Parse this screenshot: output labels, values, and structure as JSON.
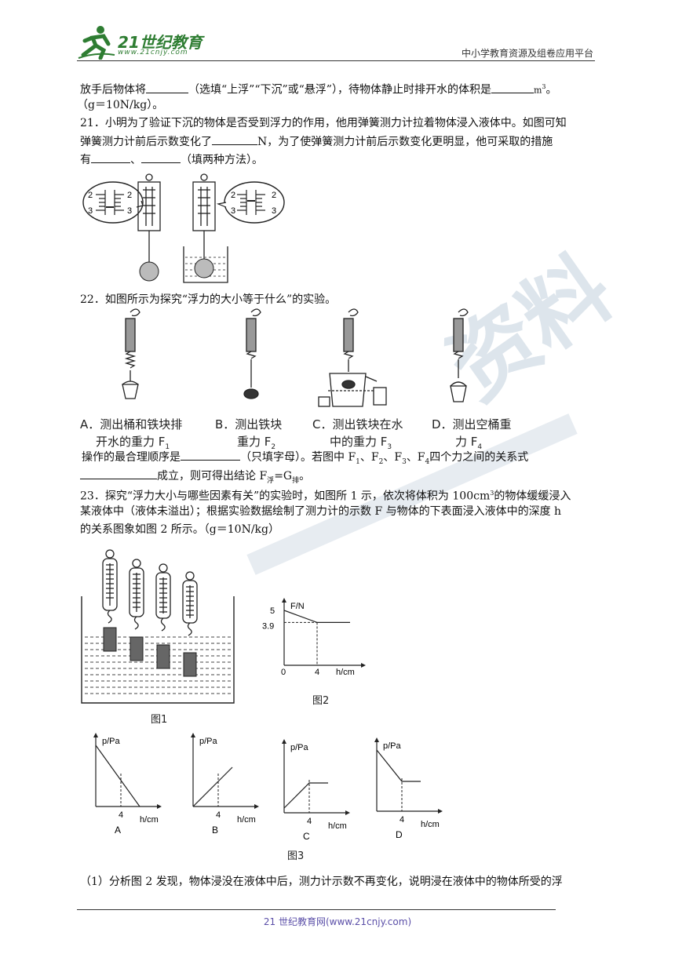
{
  "header": {
    "logo_text": "21世纪教育",
    "logo_sub": "www.21cnjy.com",
    "platform": "中小学教育资源及组卷应用平台"
  },
  "watermark": {
    "text": "资料"
  },
  "q20": {
    "line1_a": "放手后物体将",
    "line1_b": "（选填“上浮”“下沉”或“悬浮”），待物体静止时排开水的体积是",
    "line1_unit": "m",
    "line1_unit_sup": "3",
    "line1_end": "。",
    "line2": "（g＝10N/kg）。"
  },
  "q21": {
    "line1": "21．小明为了验证下沉的物体是否受到浮力的作用，他用弹簧测力计拉着物体浸入液体中。如图可知",
    "line2_a": "弹簧测力计前后示数变化了",
    "line2_b": "N，为了使弹簧测力计前后示数变化更明显，他可采取的措施",
    "line3_a": "有",
    "line3_b": "、",
    "line3_c": "（填两种方法）。",
    "scale_labels": [
      "2",
      "3"
    ]
  },
  "q22": {
    "line1": "22．如图所示为探究“浮力的大小等于什么”的实验。",
    "captions": [
      {
        "l1": "A．测出桶和铁块排",
        "l2": "开水的重力 F",
        "sub": "1"
      },
      {
        "l1": "B．测出铁块",
        "l2": "重力 F",
        "sub": "2"
      },
      {
        "l1": "C．测出铁块在水",
        "l2": "中的重力 F",
        "sub": "3"
      },
      {
        "l1": "D．测出空桶重",
        "l2": "力 F",
        "sub": "4"
      }
    ],
    "line2_a": "操作的最合理顺序是",
    "line2_b": "（只填字母）。若图中 F",
    "line2_c": "、F",
    "line2_d": "、F",
    "line2_e": "、F",
    "line2_f": "四个力之间的关系式",
    "line3_a": "成立，则可得出结论 F",
    "line3_sub1": "浮",
    "line3_b": "=G",
    "line3_sub2": "排",
    "line3_c": "。"
  },
  "q23": {
    "line1_a": "23．探究“浮力大小与哪些因素有关”的实验时，如图所 1 示，依次将体积为 100cm",
    "line1_sup": "3",
    "line1_b": "的物体缓缓浸入",
    "line2": "某液体中（液体未溢出）；根据实验数据绘制了测力计的示数 F 与物体的下表面浸入液体中的深度 h",
    "line3": "的关系图象如图 2 所示。（g＝10N/kg）",
    "fig1_label": "图1",
    "fig2_label": "图2",
    "fig3_label": "图3",
    "sub1": "（1）分析图 2 发现，物体浸没在液体中后，测力计示数不再变化，说明浸在液体中的物体所受的浮"
  },
  "chart_data": [
    {
      "type": "line",
      "name": "图2",
      "ylabel": "F/N",
      "xlabel": "h/cm",
      "origin_label": "0",
      "x_ticks": [
        "4"
      ],
      "y_ticks": [
        "5",
        "3.9"
      ],
      "series": [
        {
          "x": [
            0,
            4,
            8
          ],
          "y": [
            5,
            3.9,
            3.9
          ]
        }
      ]
    },
    {
      "type": "line",
      "option": "A",
      "ylabel": "p/Pa",
      "xlabel": "h/cm",
      "x_tick": "4",
      "shape": "decreasing-to-zero"
    },
    {
      "type": "line",
      "option": "B",
      "ylabel": "p/Pa",
      "xlabel": "h/cm",
      "x_tick": "4",
      "shape": "increasing"
    },
    {
      "type": "line",
      "option": "C",
      "ylabel": "p/Pa",
      "xlabel": "h/cm",
      "x_tick": "4",
      "shape": "increase-then-flat"
    },
    {
      "type": "line",
      "option": "D",
      "ylabel": "p/Pa",
      "xlabel": "h/cm",
      "x_tick": "4",
      "shape": "decrease-then-flat"
    }
  ],
  "footer": {
    "text": "21 世纪教育网(www.21cnjy.com)"
  }
}
